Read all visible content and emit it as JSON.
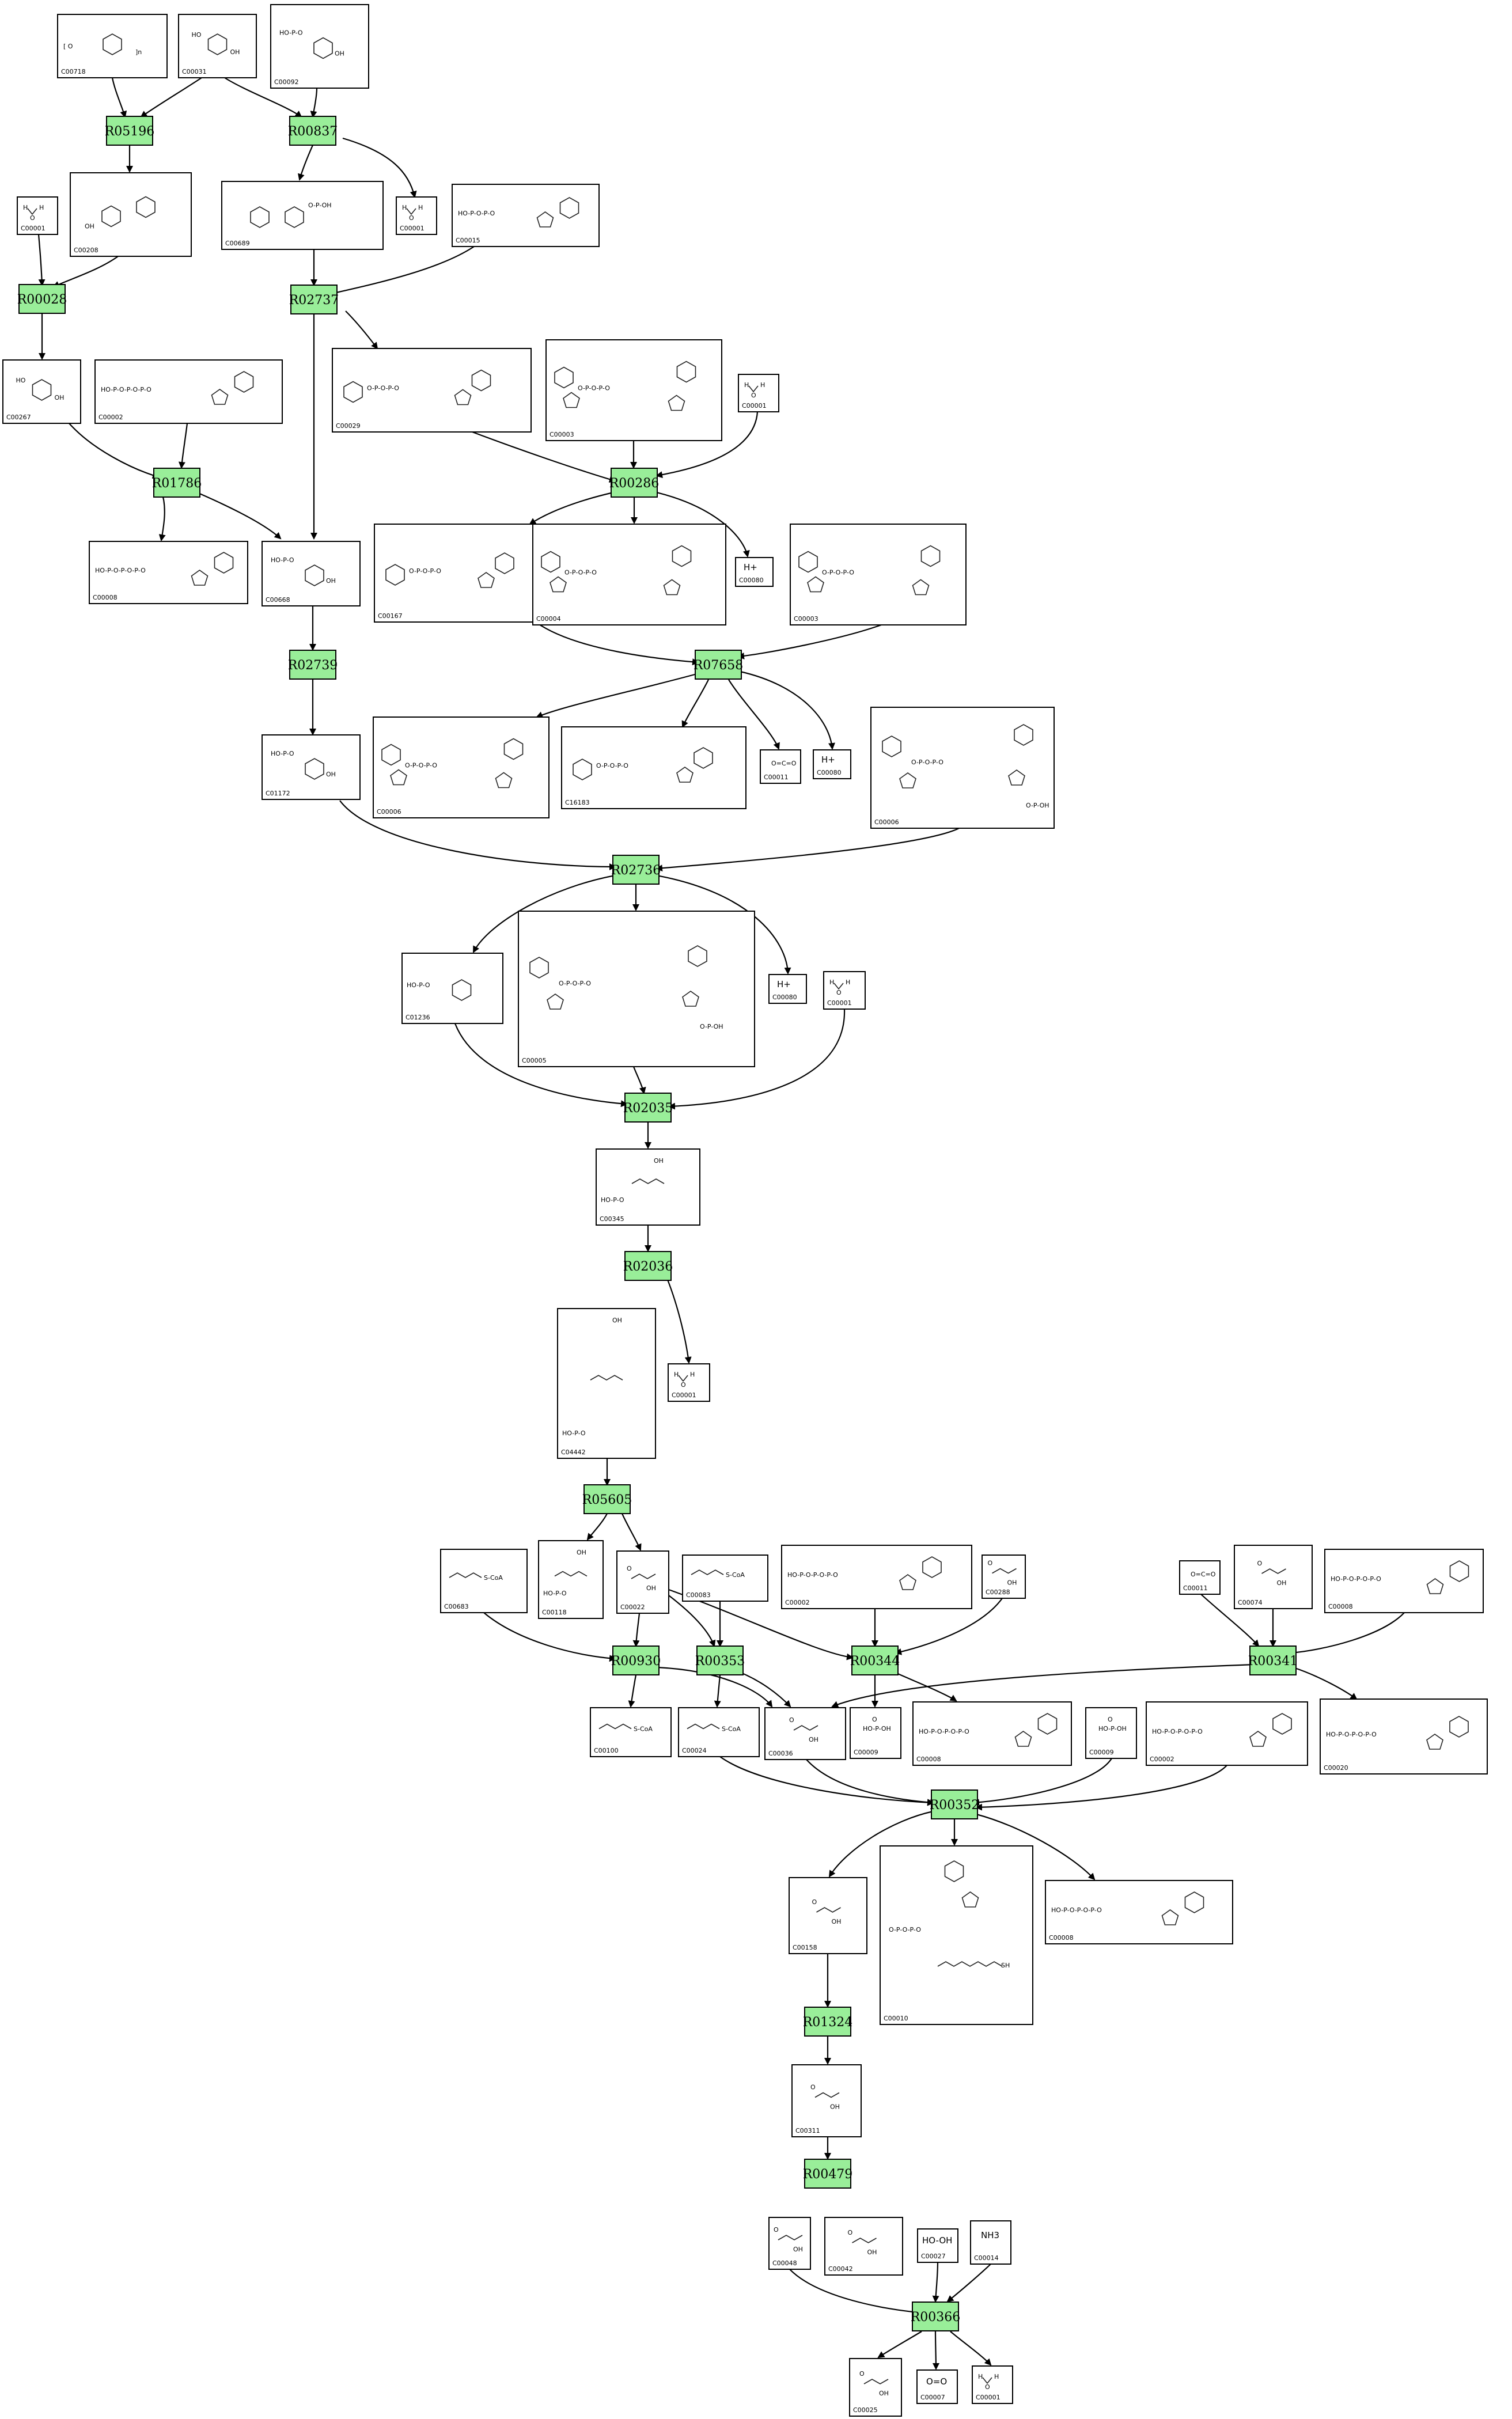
{
  "diagram": {
    "reactions": [
      "R05196",
      "R00837",
      "R00028",
      "R02737",
      "R01786",
      "R00286",
      "R02739",
      "R07658",
      "R02736",
      "R02035",
      "R02036",
      "R05605",
      "R00930",
      "R00353",
      "R00344",
      "R00341",
      "R00352",
      "R01324",
      "R00479",
      "R00366"
    ],
    "compounds": [
      "C00718",
      "C00031",
      "C00092",
      "C00208",
      "C00001",
      "C00689",
      "C00015",
      "C00267",
      "C00002",
      "C00029",
      "C00003",
      "C00008",
      "C00668",
      "C00167",
      "C00004",
      "C00080",
      "C01172",
      "C00006",
      "C00011",
      "C16183",
      "C01236",
      "C00005",
      "C00345",
      "C04442",
      "C00683",
      "C00118",
      "C00022",
      "C00083",
      "C00288",
      "C00074",
      "C00100",
      "C00024",
      "C00036",
      "C00009",
      "C00010",
      "C00158",
      "C00311",
      "C00048",
      "C00042",
      "C00027",
      "C00014",
      "C00007",
      "C00025"
    ],
    "glyphs": {
      "proton": "H+",
      "oxygen": "O=O",
      "peroxide": "HO-OH",
      "ammonia": "NH3"
    }
  }
}
